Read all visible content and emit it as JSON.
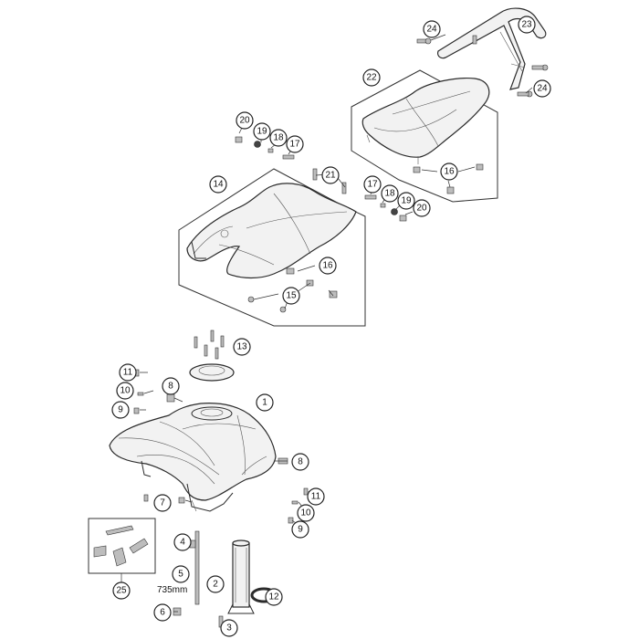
{
  "callouts": {
    "c24a": "24",
    "c23": "23",
    "c22": "22",
    "c24b": "24",
    "c20a": "20",
    "c19a": "19",
    "c18a": "18",
    "c17a": "17",
    "c14": "14",
    "c21": "21",
    "c16a": "16",
    "c17b": "17",
    "c18b": "18",
    "c19b": "19",
    "c20b": "20",
    "c16b": "16",
    "c15": "15",
    "c13": "13",
    "c11a": "11",
    "c10a": "10",
    "c9a": "9",
    "c8a": "8",
    "c1": "1",
    "c8b": "8",
    "c7": "7",
    "c11b": "11",
    "c10b": "10",
    "c9b": "9",
    "c4": "4",
    "c5": "5",
    "c2": "2",
    "c12": "12",
    "c6": "6",
    "c3": "3",
    "c25": "25"
  },
  "length_label": "735mm"
}
